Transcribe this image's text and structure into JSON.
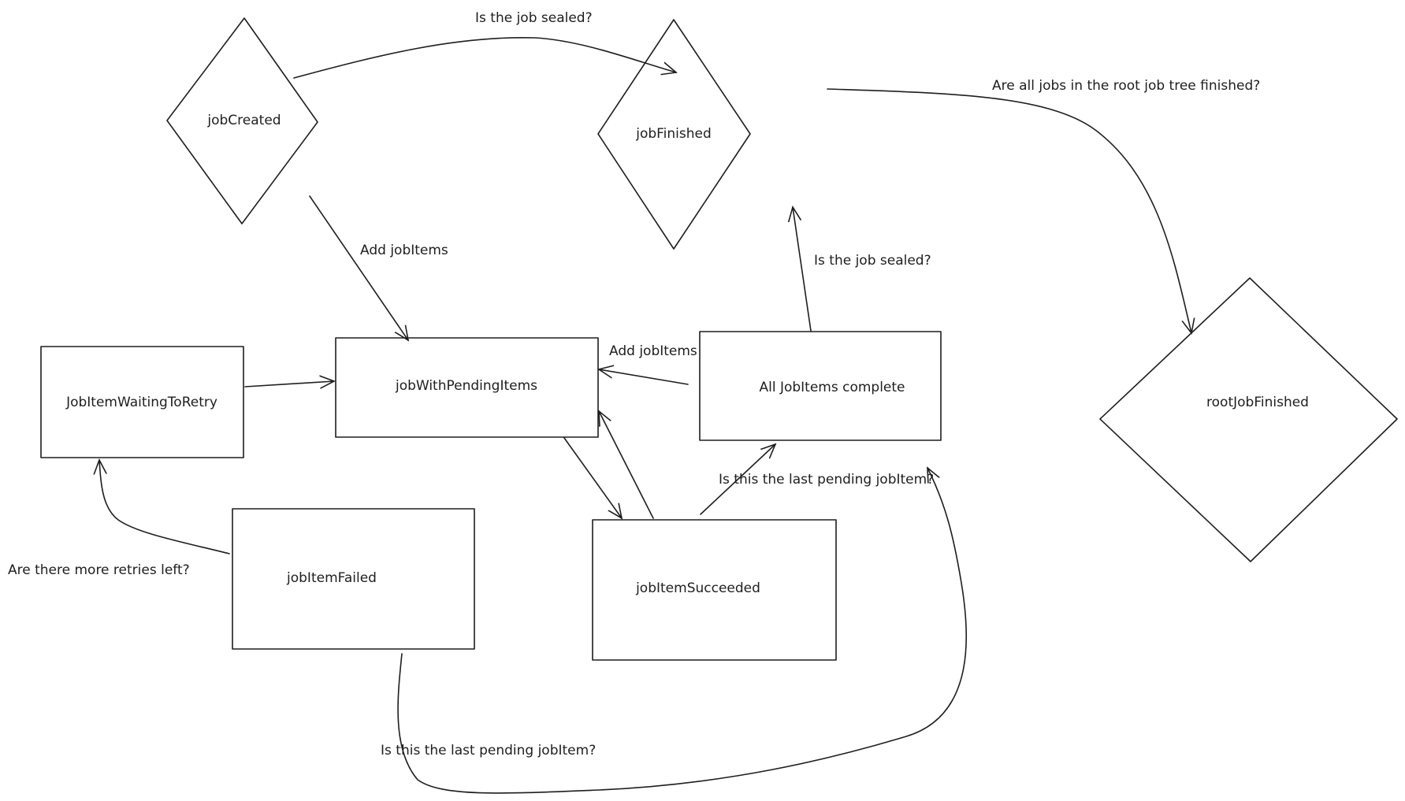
{
  "diagram": {
    "title": "Job state machine",
    "nodes": [
      {
        "id": "jobCreated",
        "shape": "diamond",
        "label": "jobCreated"
      },
      {
        "id": "jobFinished",
        "shape": "diamond",
        "label": "jobFinished"
      },
      {
        "id": "rootJobFinished",
        "shape": "diamond",
        "label": "rootJobFinished"
      },
      {
        "id": "jobItemWaitingToRetry",
        "shape": "rectangle",
        "label": "JobItemWaitingToRetry"
      },
      {
        "id": "jobWithPendingItems",
        "shape": "rectangle",
        "label": "jobWithPendingItems"
      },
      {
        "id": "allJobItemsComplete",
        "shape": "rectangle",
        "label": "All JobItems complete"
      },
      {
        "id": "jobItemFailed",
        "shape": "rectangle",
        "label": "jobItemFailed"
      },
      {
        "id": "jobItemSucceeded",
        "shape": "rectangle",
        "label": "jobItemSucceeded"
      }
    ],
    "edges": [
      {
        "id": "e1",
        "from": "jobCreated",
        "to": "jobFinished",
        "label": "Is the job sealed?"
      },
      {
        "id": "e2",
        "from": "jobCreated",
        "to": "jobWithPendingItems",
        "label": "Add jobItems"
      },
      {
        "id": "e3",
        "from": "jobFinished",
        "to": "rootJobFinished",
        "label": "Are all jobs in the root job tree finished?"
      },
      {
        "id": "e4",
        "from": "allJobItemsComplete",
        "to": "jobFinished",
        "label": "Is the job sealed?"
      },
      {
        "id": "e5",
        "from": "allJobItemsComplete",
        "to": "jobWithPendingItems",
        "label": "Add jobItems"
      },
      {
        "id": "e6",
        "from": "jobItemWaitingToRetry",
        "to": "jobWithPendingItems",
        "label": ""
      },
      {
        "id": "e7",
        "from": "jobWithPendingItems",
        "to": "jobItemSucceeded",
        "label": ""
      },
      {
        "id": "e8",
        "from": "jobItemSucceeded",
        "to": "jobWithPendingItems",
        "label": ""
      },
      {
        "id": "e9",
        "from": "jobItemSucceeded",
        "to": "allJobItemsComplete",
        "label": "Is this the last pending jobItem?"
      },
      {
        "id": "e10",
        "from": "jobItemFailed",
        "to": "jobItemWaitingToRetry",
        "label": "Are there more retries left?"
      },
      {
        "id": "e11",
        "from": "jobItemFailed",
        "to": "allJobItemsComplete",
        "label": "Is this the last pending jobItem?"
      }
    ]
  }
}
